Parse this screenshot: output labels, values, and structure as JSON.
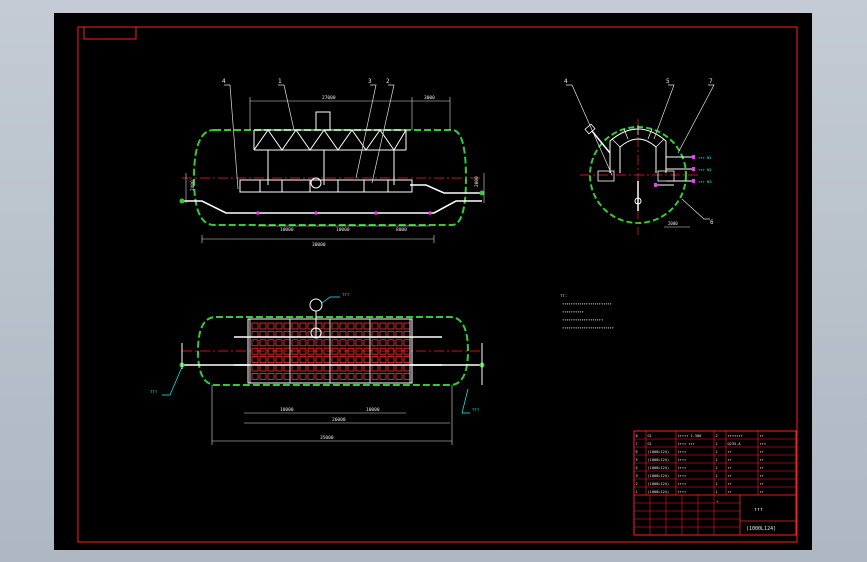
{
  "colors": {
    "background": "#b9c1cc",
    "paper": "#000000",
    "frame": "#ff2020",
    "vessel": "#33cc33",
    "structure": "#ffffff",
    "dimension": "#e0e0e0",
    "accent_cyan": "#00ffff",
    "accent_magenta": "#ff30ff",
    "grid_red": "#ff3333"
  },
  "drawing": {
    "note_lines": [
      "ттттттттттттттттттттттт",
      "тттттттттт",
      "ттттттттттттттттттт",
      "тттттттттттттттттттттттт"
    ],
    "note_title": "тт:",
    "title_block": {
      "drawing_title": "ттт",
      "drawing_number": "(1000L124)",
      "rows": [
        {
          "no": "8",
          "code": "G1",
          "name": "ттттт 1-300",
          "qty": "2",
          "material": "ттттттт",
          "mass": "тт"
        },
        {
          "no": "7",
          "code": "G1",
          "name": "тттт ттт",
          "qty": "1",
          "material": "Q235-A",
          "mass": "ттт"
        },
        {
          "no": "6",
          "code": "(1000L124)",
          "name": "тттт",
          "qty": "1",
          "material": "тт",
          "mass": "тт"
        },
        {
          "no": "5",
          "code": "(1000L124)",
          "name": "тттт",
          "qty": "1",
          "material": "тт",
          "mass": "тт"
        },
        {
          "no": "4",
          "code": "(1000L124)",
          "name": "тттт",
          "qty": "1",
          "material": "тт",
          "mass": "тт"
        },
        {
          "no": "3",
          "code": "(1000L124)",
          "name": "тттт",
          "qty": "1",
          "material": "тт",
          "mass": "тт"
        },
        {
          "no": "2",
          "code": "(1000L124)",
          "name": "тттт",
          "qty": "1",
          "material": "тт",
          "mass": "тт"
        },
        {
          "no": "1",
          "code": "(1000L124)",
          "name": "тттт",
          "qty": "1",
          "material": "тт",
          "mass": "тт"
        }
      ]
    }
  }
}
